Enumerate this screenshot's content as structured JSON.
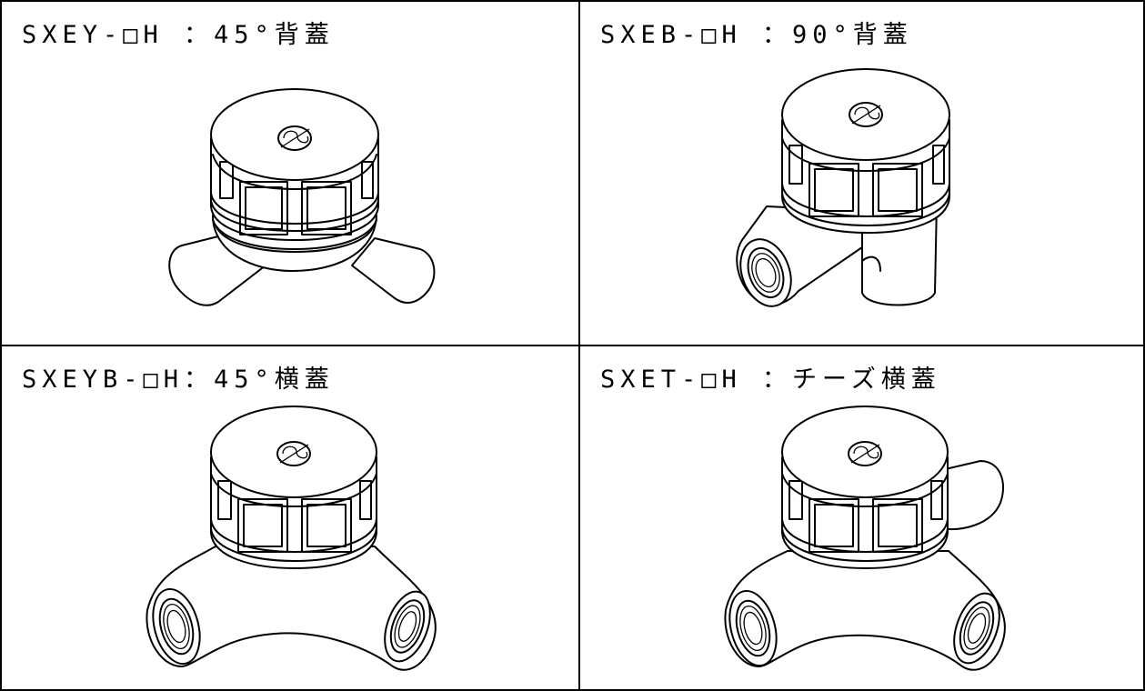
{
  "cells": [
    {
      "label": "SXEY-□H ：45°背蓋",
      "variant": "45-back-cover"
    },
    {
      "label": "SXEB-□H ：90°背蓋",
      "variant": "90-back-cover"
    },
    {
      "label": "SXEYB-□H：45°横蓋",
      "variant": "45-side-cover"
    },
    {
      "label": "SXET-□H ：チーズ横蓋",
      "variant": "cheese-tee-side-cover"
    }
  ],
  "colors": {
    "line": "#000000",
    "background": "#ffffff"
  }
}
